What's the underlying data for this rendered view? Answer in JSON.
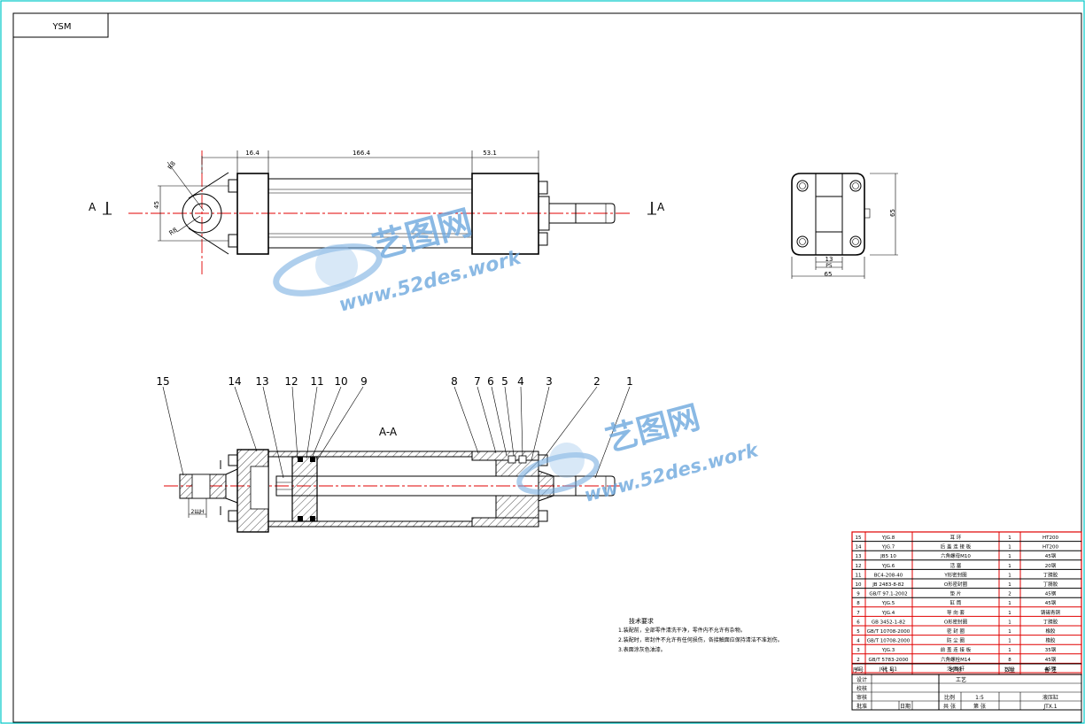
{
  "frame": {
    "tag": "YSM"
  },
  "top_view": {
    "section_marks": [
      "A",
      "A"
    ],
    "dims": [
      "16.4",
      "166.4",
      "53.1",
      "45"
    ],
    "radius_labels": [
      "R8",
      "R8"
    ]
  },
  "side_view": {
    "dims": [
      "65",
      "65",
      "13",
      "P5"
    ]
  },
  "section": {
    "title": "A-A",
    "callouts": [
      "15",
      "14",
      "13",
      "12",
      "11",
      "10",
      "9",
      "8",
      "7",
      "6",
      "5",
      "4",
      "3",
      "2",
      "1"
    ],
    "dim": "2ЩН"
  },
  "watermark": {
    "brand": "艺图网",
    "url": "www.52des.work"
  },
  "notes": {
    "title": "技术要求",
    "lines": [
      "1.装配前，全部零件清洗干净，零件内不允许有杂物。",
      "2.装配时，密封件不允许有任何损伤，各接触面应保持清洁不准划伤。",
      "3.表面涂灰色油漆。"
    ]
  },
  "bom": {
    "rows": [
      {
        "no": "15",
        "code": "YJG.8",
        "name": "耳 环",
        "qty": "1",
        "mat": "HT200"
      },
      {
        "no": "14",
        "code": "YJG.7",
        "name": "后 盖 连 接 板",
        "qty": "1",
        "mat": "HT200"
      },
      {
        "no": "13",
        "code": "JB5 10",
        "name": "六角螺母M10",
        "qty": "1",
        "mat": "45钢"
      },
      {
        "no": "12",
        "code": "YJG.6",
        "name": "活 塞",
        "qty": "1",
        "mat": "20钢"
      },
      {
        "no": "11",
        "code": "BC4-208-40",
        "name": "Y形密封圈",
        "qty": "1",
        "mat": "丁腈胶"
      },
      {
        "no": "10",
        "code": "JB 2483-8-82",
        "name": "O形密封圈",
        "qty": "1",
        "mat": "丁腈胶"
      },
      {
        "no": "9",
        "code": "GB/T 97.1-2002",
        "name": "垫 片",
        "qty": "2",
        "mat": "45钢"
      },
      {
        "no": "8",
        "code": "YJG.5",
        "name": "缸 筒",
        "qty": "1",
        "mat": "45钢"
      },
      {
        "no": "7",
        "code": "YJG.4",
        "name": "导 向 套",
        "qty": "1",
        "mat": "铸锡青铜"
      },
      {
        "no": "6",
        "code": "GB 3452-1-82",
        "name": "O形密封圈",
        "qty": "1",
        "mat": "丁腈胶"
      },
      {
        "no": "5",
        "code": "GB/T 10708-2000",
        "name": "密 封 圈",
        "qty": "1",
        "mat": "橡胶"
      },
      {
        "no": "4",
        "code": "GB/T 10708-2000",
        "name": "防 尘 圈",
        "qty": "1",
        "mat": "橡胶"
      },
      {
        "no": "3",
        "code": "YJG.3",
        "name": "前 盖 连 接 板",
        "qty": "1",
        "mat": "35钢"
      },
      {
        "no": "2",
        "code": "GB/T 5783-2000",
        "name": "六角螺栓M14",
        "qty": "8",
        "mat": "45钢"
      },
      {
        "no": "1",
        "code": "JG1 1.1",
        "name": "活 塞 杆",
        "qty": "1",
        "mat": "45钢"
      }
    ],
    "header": {
      "no": "序号",
      "code": "代 号",
      "name": "名 称",
      "qty": "数量",
      "mat": "备 注"
    }
  },
  "title_block": {
    "design": "设计",
    "check": "校核",
    "review": "审核",
    "approve": "批准",
    "craft": "工艺",
    "date": "日期",
    "scale_label": "比例",
    "scale": "1:5",
    "drawing_name": "液压缸",
    "sheets": "共 张",
    "sheet": "第 张",
    "code": "JTX.1"
  }
}
